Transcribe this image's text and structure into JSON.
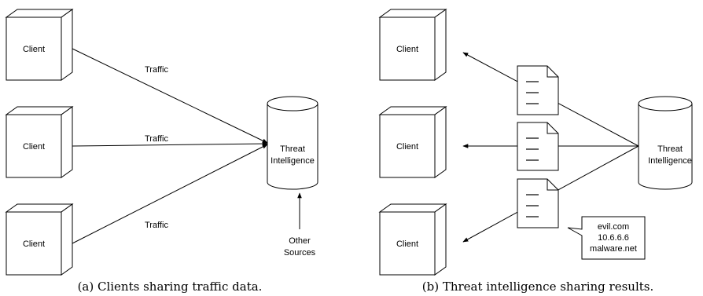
{
  "panel_a": {
    "clients": [
      "Client",
      "Client",
      "Client"
    ],
    "edge_labels": [
      "Traffic",
      "Traffic",
      "Traffic"
    ],
    "database": {
      "line1": "Threat",
      "line2": "Intelligence"
    },
    "other_sources": {
      "line1": "Other",
      "line2": "Sources"
    },
    "caption": "(a) Clients sharing traffic data."
  },
  "panel_b": {
    "clients": [
      "Client",
      "Client",
      "Client"
    ],
    "database": {
      "line1": "Threat",
      "line2": "Intelligence"
    },
    "indicators": [
      "evil.com",
      "10.6.6.6",
      "malware.net"
    ],
    "caption": "(b) Threat intelligence sharing results."
  }
}
